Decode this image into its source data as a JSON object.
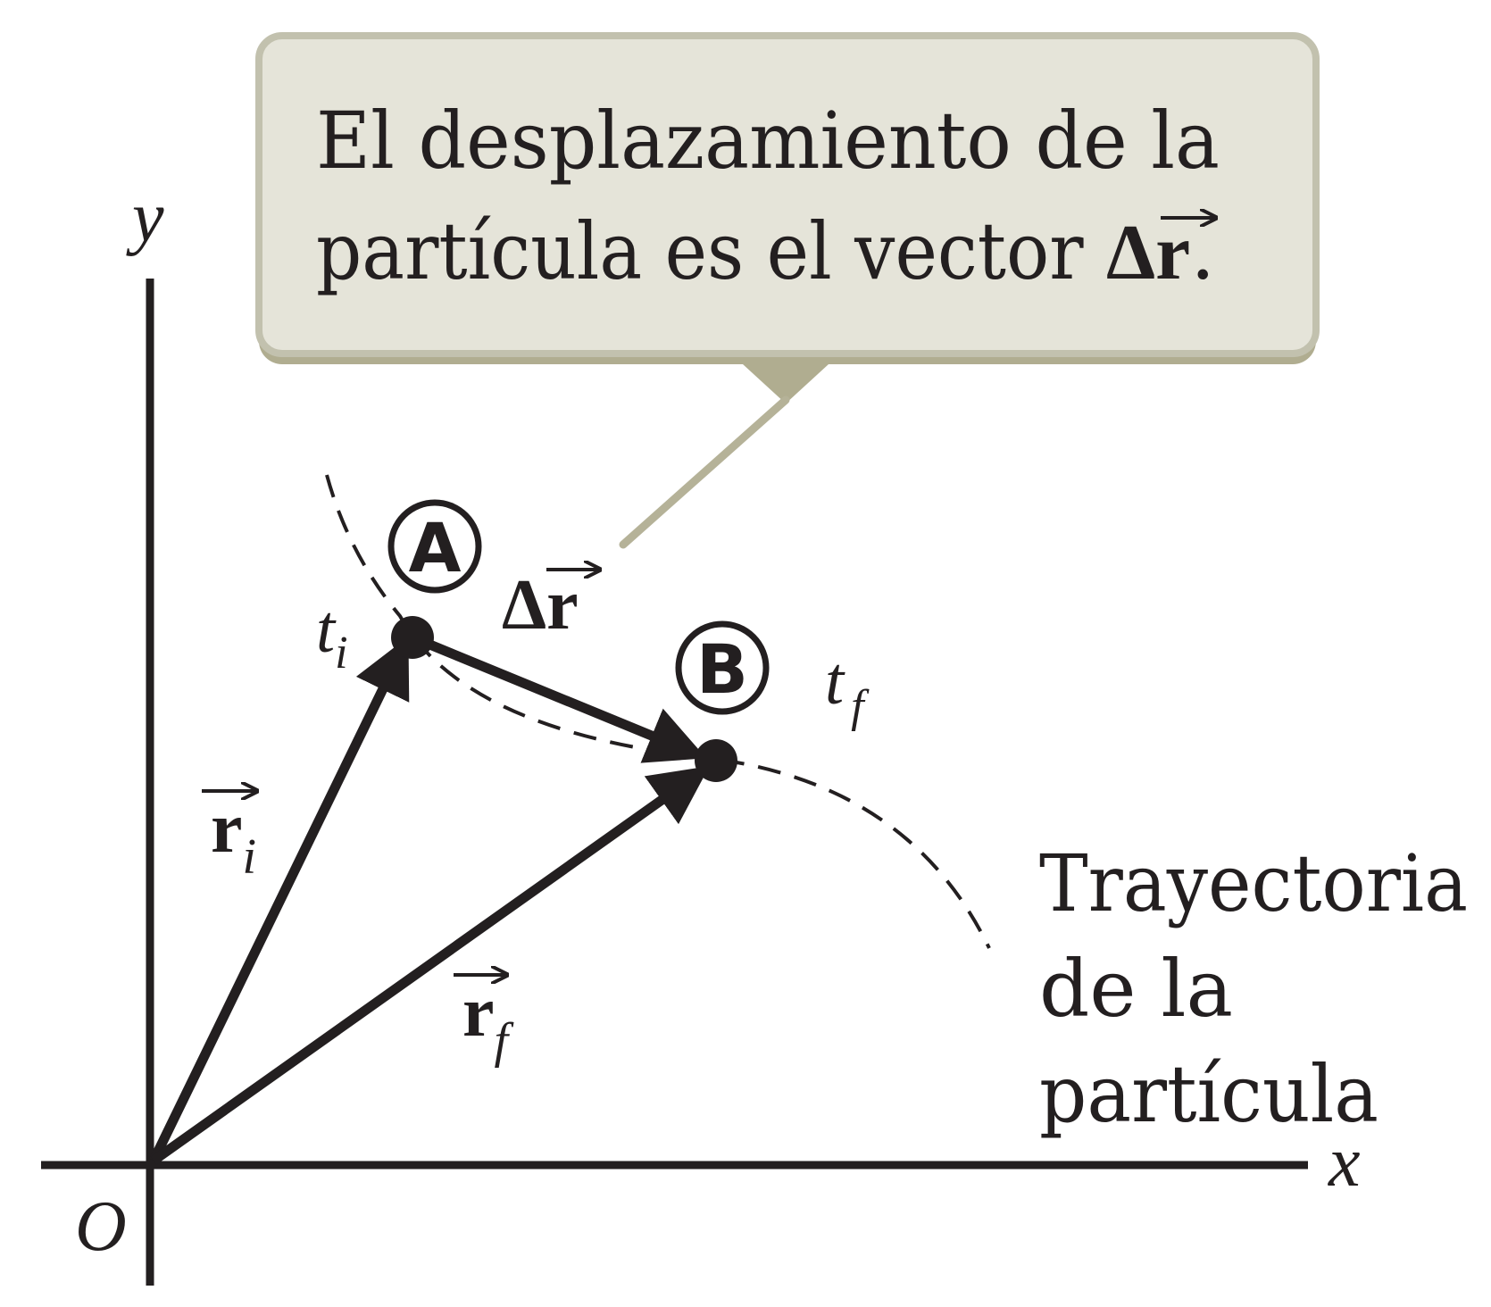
{
  "callout": {
    "line1": "El desplazamiento de la",
    "line2_prefix": "partícula es el vector ",
    "delta_symbol": "Δ",
    "vector_letter": "r",
    "period": "."
  },
  "axes": {
    "x_label": "x",
    "y_label": "y",
    "origin_label": "O"
  },
  "points": {
    "a": {
      "letter": "A",
      "time_main": "t",
      "time_sub": "i"
    },
    "b": {
      "letter": "B",
      "time_main": "t",
      "time_sub": "f"
    }
  },
  "vectors": {
    "ri": {
      "letter": "r",
      "sub": "i"
    },
    "rf": {
      "letter": "r",
      "sub": "f"
    },
    "delta_r": {
      "delta": "Δ",
      "letter": "r"
    }
  },
  "trajectory_label": {
    "line1": "Trayectoria",
    "line2": "de la",
    "line3": "partícula"
  },
  "colors": {
    "ink": "#231f20",
    "callout_fill": "#e5e4d9",
    "callout_border": "#c2c1ae",
    "callout_shadow": "#b0ad90",
    "pointer": "#b5b298"
  }
}
